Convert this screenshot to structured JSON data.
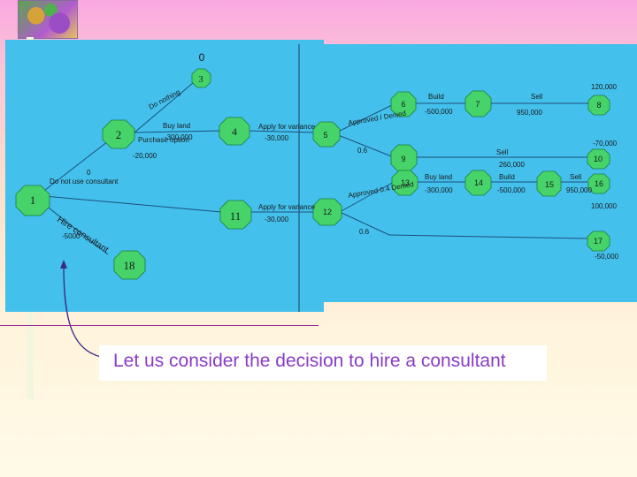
{
  "nodes": [
    {
      "id": "0",
      "label": "0"
    },
    {
      "id": "3",
      "label": "3"
    },
    {
      "id": "2",
      "label": "2"
    },
    {
      "id": "4",
      "label": "4"
    },
    {
      "id": "1",
      "label": "1"
    },
    {
      "id": "11",
      "label": "11"
    },
    {
      "id": "18",
      "label": "18"
    },
    {
      "id": "5",
      "label": "5"
    },
    {
      "id": "12",
      "label": "12"
    },
    {
      "id": "6",
      "label": "6"
    },
    {
      "id": "7",
      "label": "7"
    },
    {
      "id": "8",
      "label": "8"
    },
    {
      "id": "9",
      "label": "9"
    },
    {
      "id": "10",
      "label": "10"
    },
    {
      "id": "13",
      "label": "13"
    },
    {
      "id": "14",
      "label": "14"
    },
    {
      "id": "15",
      "label": "15"
    },
    {
      "id": "16",
      "label": "16"
    },
    {
      "id": "17",
      "label": "17"
    }
  ],
  "edge_labels": {
    "do_nothing": "Do nothing",
    "buy_land_1": "Buy land",
    "buy_land_1_value": "-300,000",
    "purchase_option": "Purchase option",
    "purchase_option_value": "-20,000",
    "apply_variance_1": "Apply for variance",
    "apply_variance_1_value": "-30,000",
    "approved_denied_1": "Approved / Denied",
    "prob_04_1": "0.6",
    "do_not_use_consultant": "Do not use consultant",
    "hire_consultant": "Hire consultant",
    "hire_consultant_value": "-5000",
    "zero_label": "0",
    "apply_variance_2": "Apply for variance",
    "apply_variance_2_value": "-30,000",
    "approved_denied_2": "Approved 0.4 Denied",
    "prob_06_2": "0.6",
    "build_1": "Build",
    "build_1_value": "-500,000",
    "sell_1": "Sell",
    "sell_1_value": "950,000",
    "payoff_120000": "120,000",
    "payoff_neg70000": "-70,000",
    "sell_2": "Sell",
    "sell_2_value": "260,000",
    "buy_land_2": "Buy land",
    "buy_land_2_value": "-300,000",
    "build_2": "Build",
    "build_2_value": "-500,000",
    "sell_3": "Sell",
    "sell_3_value": "950,000",
    "payoff_100000": "100,000",
    "payoff_neg50000": "-50,000"
  },
  "caption": "Let us consider the decision to hire a consultant"
}
